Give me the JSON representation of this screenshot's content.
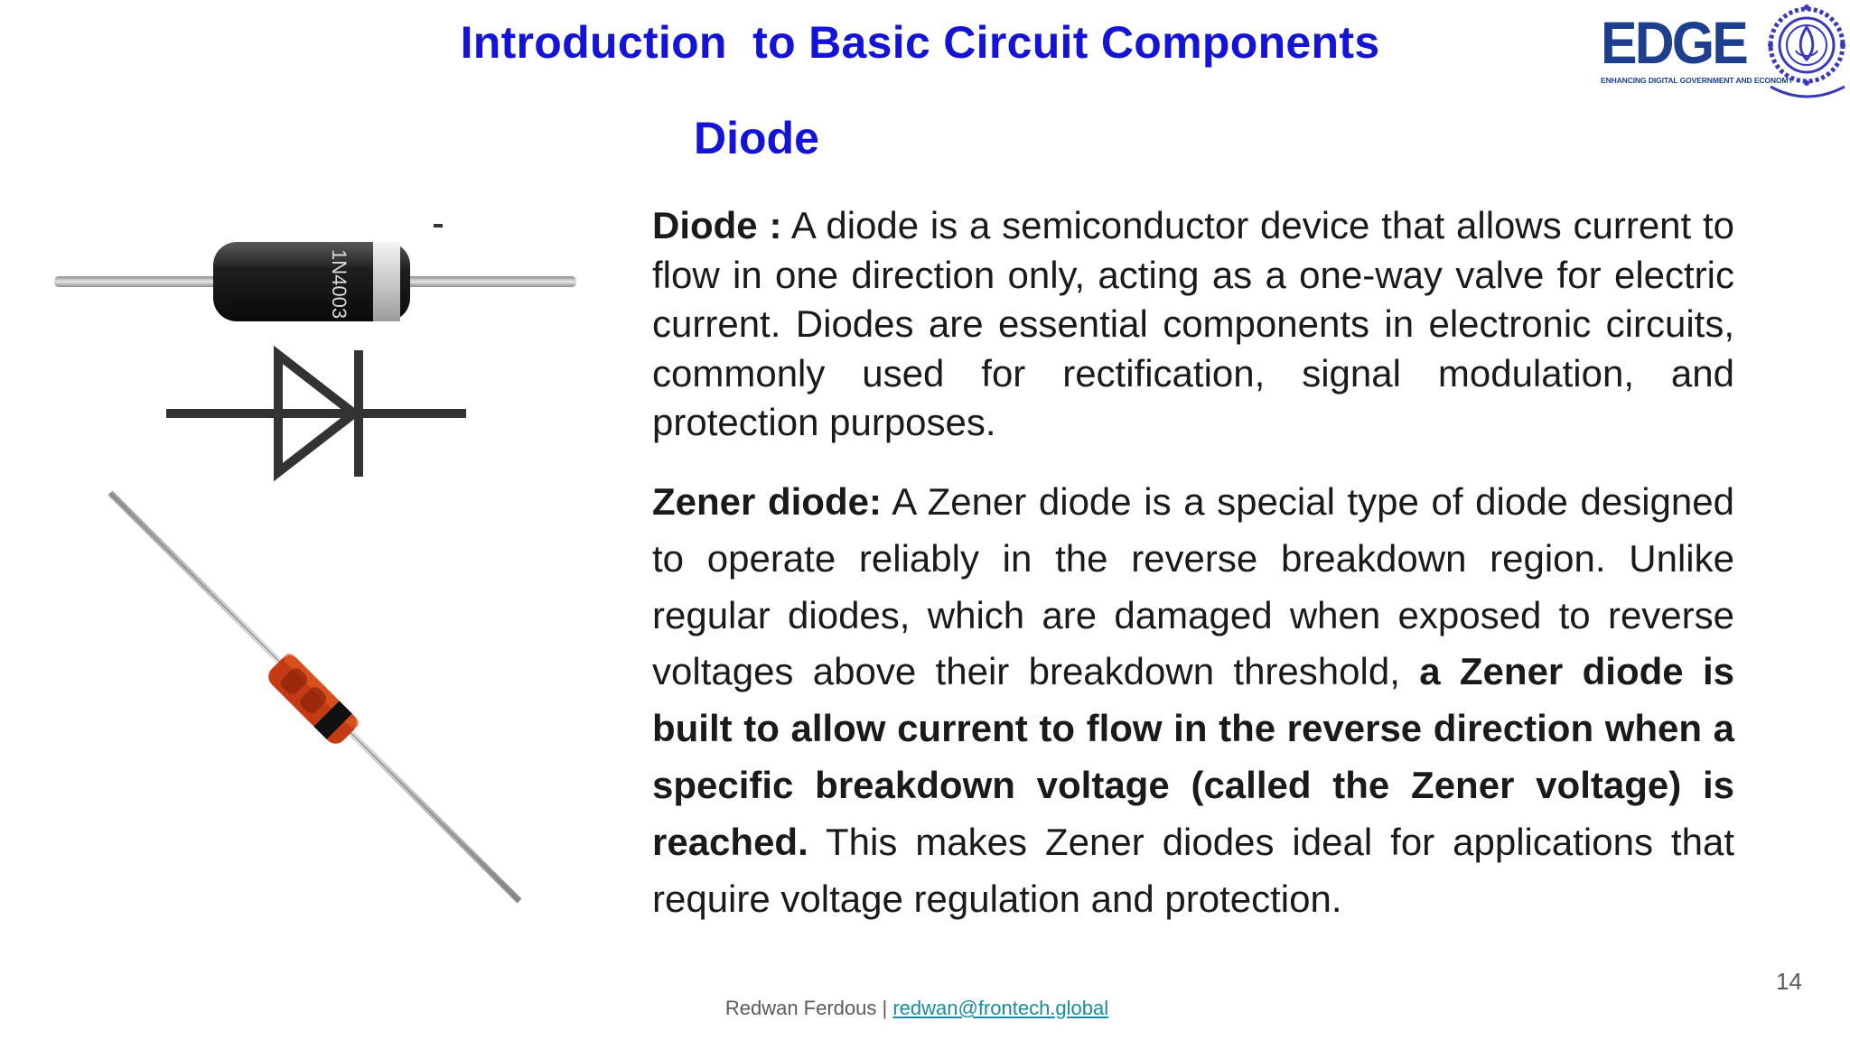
{
  "slide": {
    "title": "Introduction  to Basic Circuit Components",
    "subtitle": "Diode",
    "page_number": "14"
  },
  "logo": {
    "text": "EDGE",
    "tagline": "ENHANCING DIGITAL GOVERNMENT AND ECONOMY",
    "brand_color": "#1d3f8e"
  },
  "images": {
    "diode_marking": "1N4003"
  },
  "diode_paragraph": {
    "term": "Diode :",
    "body": " A diode is a semiconductor device that allows current to flow in one direction only, acting as a one-way valve for electric current. Diodes are essential components in electronic circuits, commonly used for rectification, signal modulation, and protection purposes."
  },
  "zener_paragraph": {
    "term": "Zener diode:",
    "body_start": " A Zener diode is a special type of diode designed to operate reliably in the reverse breakdown region. Unlike regular diodes, which are damaged when exposed to reverse voltages above their breakdown threshold, ",
    "emphasis": "a Zener diode is built to allow current to flow in the reverse direction when a specific breakdown voltage (called the Zener voltage) is reached.",
    "body_end": " This makes Zener diodes ideal for applications that require voltage regulation and protection."
  },
  "footer": {
    "author": "Redwan Ferdous | ",
    "email": "redwan@frontech.global"
  },
  "colors": {
    "heading": "#1414d8",
    "link": "#1a8aa0"
  }
}
